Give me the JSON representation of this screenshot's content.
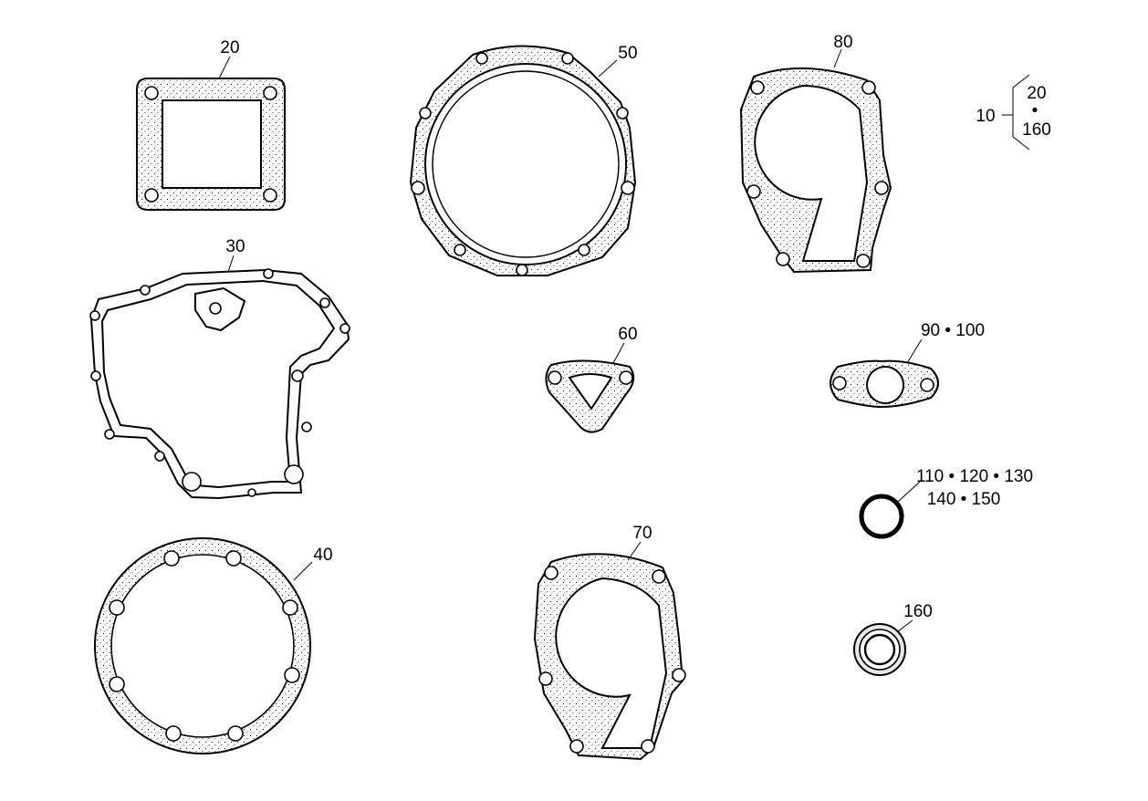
{
  "parts": {
    "p20": "20",
    "p30": "30",
    "p40": "40",
    "p50": "50",
    "p60": "60",
    "p70": "70",
    "p80": "80",
    "p90": "90 • 100",
    "p110a": "110 • 120 • 130",
    "p110b": "140 • 150",
    "p160": "160"
  },
  "kit": {
    "id": "10",
    "top": "20",
    "dot": "•",
    "bottom": "160"
  }
}
